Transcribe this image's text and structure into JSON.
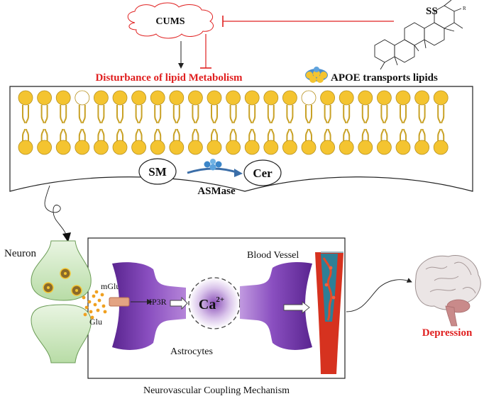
{
  "labels": {
    "cums": "CUMS",
    "ss": "SS",
    "ss_r": "R",
    "lipid_disturbance": "Disturbance of lipid Metabolism",
    "apoe": "APOE transports lipids",
    "sm": "SM",
    "cer": "Cer",
    "asmase": "ASMase",
    "neuron": "Neuron",
    "mglur": "mGluR",
    "glu": "Glu",
    "ip3r": "IP3R",
    "ca": "Ca",
    "ca_sup": "2+",
    "astrocytes": "Astrocytes",
    "blood_vessel": "Blood Vessel",
    "depression": "Depression",
    "caption": "Neurovascular Coupling Mechanism"
  },
  "colors": {
    "red": "#e02020",
    "lipid_head": "#f4c430",
    "lipid_tail": "#c9a227",
    "astrocyte": "#7b3fb0",
    "synapse": "#cfe6c4",
    "vessel": "#d6321f",
    "vessel_lumen": "#2e7f96",
    "brain": "#e9e3e3",
    "cerebellum": "#c98a8a"
  },
  "membrane": {
    "empty_heads_top": [
      3,
      15
    ],
    "empty_heads_bottom": []
  }
}
